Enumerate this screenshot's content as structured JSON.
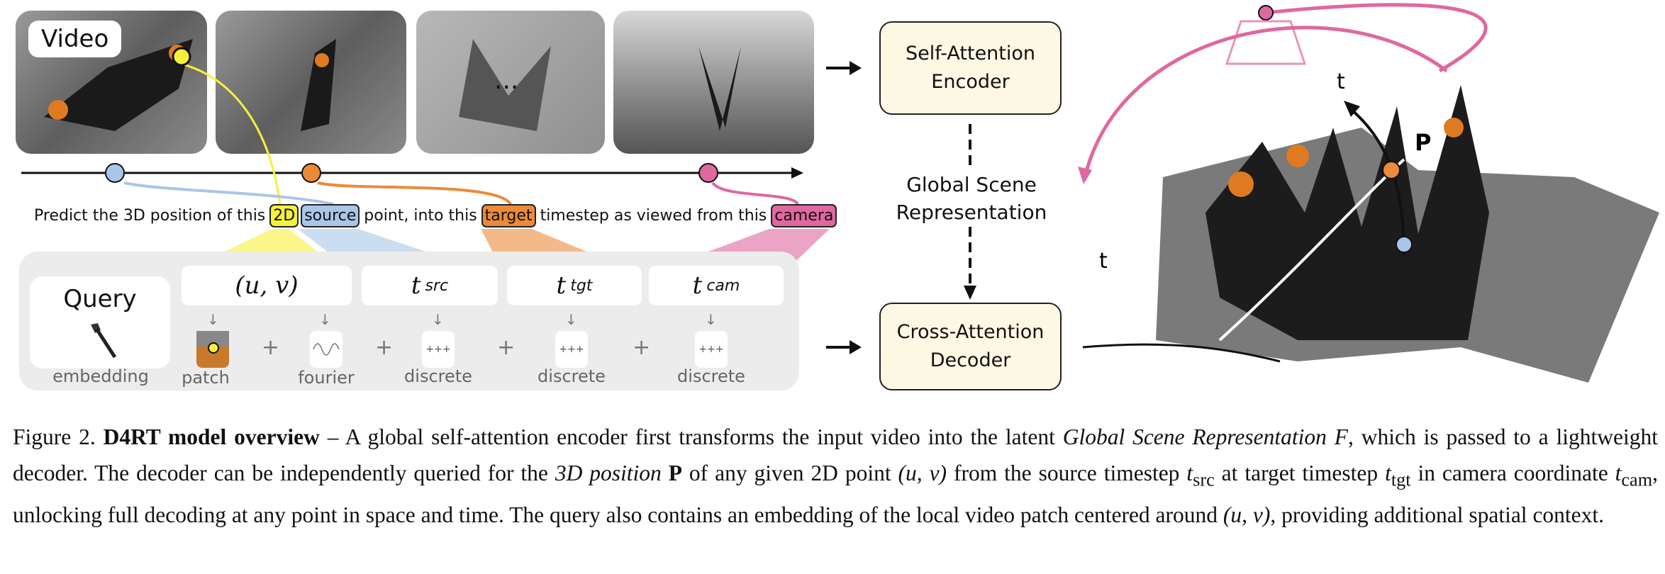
{
  "video": {
    "label": "Video",
    "ellipsis": "..."
  },
  "sentence": {
    "p1": "Predict the 3D position of this",
    "h2d": "2D",
    "source": "source",
    "p2": "point, into this",
    "target": "target",
    "p3": "timestep as viewed from this",
    "camera": "camera"
  },
  "query": {
    "title": "Query",
    "sub": "embedding"
  },
  "tokens": {
    "uv": "(u, v)",
    "t": "t",
    "src": "src",
    "tgt": "tgt",
    "cam": "cam"
  },
  "embeds": {
    "patch": "patch",
    "fourier": "fourier",
    "discrete": "discrete",
    "plus": "+",
    "down": "↓",
    "ticks": "+++"
  },
  "encoder": {
    "l1": "Self-Attention",
    "l2": "Encoder"
  },
  "gsr": {
    "l1": "Global Scene",
    "l2": "Representation"
  },
  "decoder": {
    "l1": "Cross-Attention",
    "l2": "Decoder"
  },
  "scene": {
    "t": "t",
    "P": "P"
  },
  "colors": {
    "yellow": "#f7f03a",
    "blue": "#a9c6e8",
    "orange": "#ec8a3a",
    "pink": "#e0679f"
  },
  "caption": {
    "fig": "Figure 2.",
    "title": "D4RT model overview",
    "s1": " – A global self-attention encoder first transforms the input video into the latent ",
    "i1": "Global Scene Representation F",
    "s2": ", which is passed to a lightweight decoder. The decoder can be independently queried for the ",
    "i2": "3D position",
    "b2": " P",
    "s3": " of any given 2D point ",
    "i3": "(u, v)",
    "s4": " from the source timestep ",
    "i4": "t",
    "sub4": "src",
    "s5": " at target timestep ",
    "sub5": "tgt",
    "s6": " in camera coordinate ",
    "sub6": "cam",
    "s7": ", unlocking full decoding at any point in space and time. The query also contains an embedding of the local video patch centered around ",
    "s8": ", providing additional spatial context."
  }
}
